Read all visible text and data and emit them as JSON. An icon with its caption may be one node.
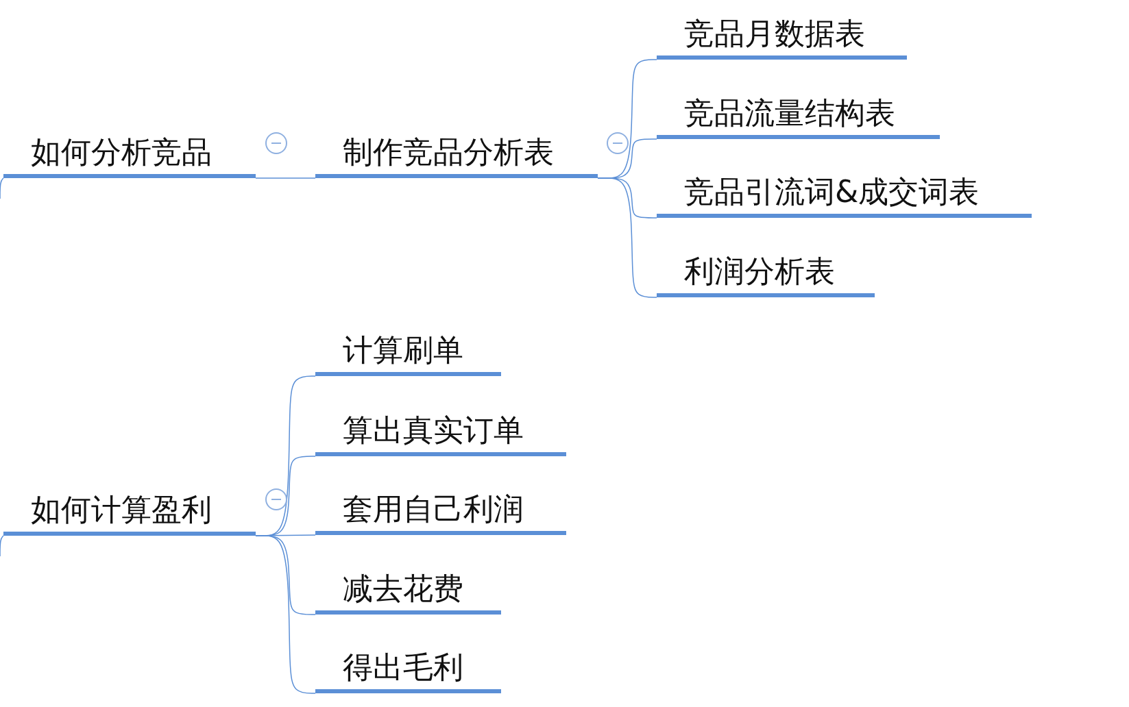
{
  "diagram": {
    "nodes": [
      {
        "text": [
          "如何分析竞品"
        ]
      },
      {
        "text": [
          "制作竞品分析表"
        ]
      },
      {
        "text": [
          "竞品月数据表"
        ]
      },
      {
        "text": [
          "竞品流量结构表"
        ]
      },
      {
        "text": [
          "竞品引流词&成交词表"
        ]
      },
      {
        "text": [
          "利润分析表"
        ]
      },
      {
        "text": [
          "如何计算盈利"
        ]
      },
      {
        "text": [
          "计算刷单"
        ]
      },
      {
        "text": [
          "算出真实订单"
        ]
      },
      {
        "text": [
          "套用自己利润"
        ]
      },
      {
        "text": [
          "减去花费"
        ]
      },
      {
        "text": [
          "得出毛利"
        ]
      }
    ],
    "edges": [
      {
        "from": null,
        "to": 0,
        "arrow": "none"
      },
      {
        "from": 0,
        "to": 1,
        "arrow": "none"
      },
      {
        "from": 1,
        "to": 2,
        "arrow": "none"
      },
      {
        "from": 1,
        "to": 3,
        "arrow": "none"
      },
      {
        "from": 1,
        "to": 4,
        "arrow": "none"
      },
      {
        "from": 1,
        "to": 5,
        "arrow": "none"
      },
      {
        "from": null,
        "to": 6,
        "arrow": "none"
      },
      {
        "from": 6,
        "to": 7,
        "arrow": "none"
      },
      {
        "from": 6,
        "to": 8,
        "arrow": "none"
      },
      {
        "from": 6,
        "to": 9,
        "arrow": "none"
      },
      {
        "from": 6,
        "to": 10,
        "arrow": "none"
      },
      {
        "from": 6,
        "to": 11,
        "arrow": "none"
      }
    ]
  }
}
